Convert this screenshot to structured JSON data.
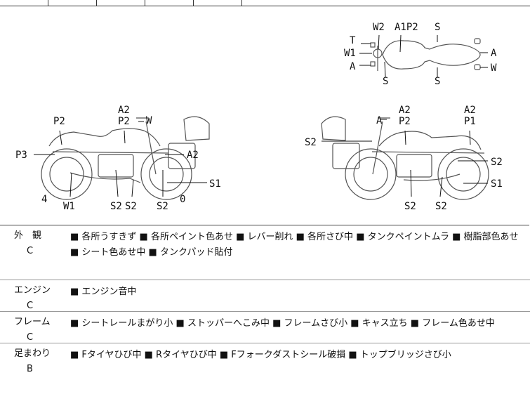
{
  "diagram": {
    "top_view": {
      "labels": [
        "W2",
        "A1P2",
        "S",
        "T",
        "W1",
        "A",
        "S",
        "S",
        "A",
        "W"
      ]
    },
    "left_view": {
      "labels": [
        "A2",
        "P2",
        "P2",
        "W",
        "P3",
        "A2",
        "S1",
        "4",
        "W1",
        "S2",
        "S2",
        "S2",
        "0"
      ]
    },
    "right_view": {
      "labels": [
        "A2",
        "A",
        "P2",
        "A2",
        "P1",
        "S2",
        "S2",
        "S1",
        "S2",
        "S2"
      ]
    }
  },
  "rows": [
    {
      "category": "外　観",
      "grade": "C",
      "items": "■ 各所うすきず ■ 各所ペイント色あせ ■ レバー削れ ■ 各所さび中 ■ タンクペイントムラ ■ 樹脂部色あせ ■ シート色あせ中 ■ タンクパッド貼付"
    },
    {
      "category": "エンジン",
      "grade": "C",
      "items": "■ エンジン音中"
    },
    {
      "category": "フレーム",
      "grade": "C",
      "items": "■ シートレールまがり小 ■ ストッパーへこみ中 ■ フレームさび小 ■ キャス立ち ■ フレーム色あせ中"
    },
    {
      "category": "足まわり",
      "grade": "B",
      "items": "■ Fタイヤひび中 ■ Rタイヤひび中 ■ Fフォークダストシール破損 ■ トップブリッジさび小"
    }
  ]
}
